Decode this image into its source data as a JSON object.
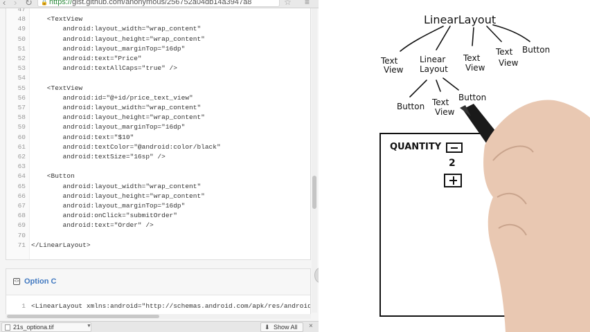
{
  "browser": {
    "url_scheme": "https://",
    "url_rest": "gist.github.com/anonymous/256752a04db14a3947a8",
    "icons": {
      "back": "back-arrow-icon",
      "forward": "forward-arrow-icon",
      "reload": "reload-icon",
      "lock": "lock-icon",
      "star": "star-icon",
      "menu": "menu-icon"
    }
  },
  "code_panel": {
    "lines": [
      {
        "n": "47",
        "text": ""
      },
      {
        "n": "48",
        "text": "    <TextView"
      },
      {
        "n": "49",
        "text": "        android:layout_width=\"wrap_content\""
      },
      {
        "n": "50",
        "text": "        android:layout_height=\"wrap_content\""
      },
      {
        "n": "51",
        "text": "        android:layout_marginTop=\"16dp\""
      },
      {
        "n": "52",
        "text": "        android:text=\"Price\""
      },
      {
        "n": "53",
        "text": "        android:textAllCaps=\"true\" />"
      },
      {
        "n": "54",
        "text": ""
      },
      {
        "n": "55",
        "text": "    <TextView"
      },
      {
        "n": "56",
        "text": "        android:id=\"@+id/price_text_view\""
      },
      {
        "n": "57",
        "text": "        android:layout_width=\"wrap_content\""
      },
      {
        "n": "58",
        "text": "        android:layout_height=\"wrap_content\""
      },
      {
        "n": "59",
        "text": "        android:layout_marginTop=\"16dp\""
      },
      {
        "n": "60",
        "text": "        android:text=\"$10\""
      },
      {
        "n": "61",
        "text": "        android:textColor=\"@android:color/black\""
      },
      {
        "n": "62",
        "text": "        android:textSize=\"16sp\" />"
      },
      {
        "n": "63",
        "text": ""
      },
      {
        "n": "64",
        "text": "    <Button"
      },
      {
        "n": "65",
        "text": "        android:layout_width=\"wrap_content\""
      },
      {
        "n": "66",
        "text": "        android:layout_height=\"wrap_content\""
      },
      {
        "n": "67",
        "text": "        android:layout_marginTop=\"16dp\""
      },
      {
        "n": "68",
        "text": "        android:onClick=\"submitOrder\""
      },
      {
        "n": "69",
        "text": "        android:text=\"Order\" />"
      },
      {
        "n": "70",
        "text": ""
      },
      {
        "n": "71",
        "text": "</LinearLayout>"
      }
    ]
  },
  "option_c": {
    "title": "Option C",
    "line_number": "1",
    "code": "<LinearLayout xmlns:android=\"http://schemas.android.com/apk/res/android\""
  },
  "download_bar": {
    "file_name": "21s_optiona.tif",
    "show_all_label": "Show All",
    "close_glyph": "×"
  },
  "drawing": {
    "root": "LinearLayout",
    "children": [
      "Text View",
      "Linear Layout",
      "Text View",
      "Text View",
      "Button"
    ],
    "nested_children": [
      "Button",
      "Text View",
      "Button"
    ],
    "sketch": {
      "quantity_label": "QUANTITY",
      "quantity_value": "2"
    }
  }
}
